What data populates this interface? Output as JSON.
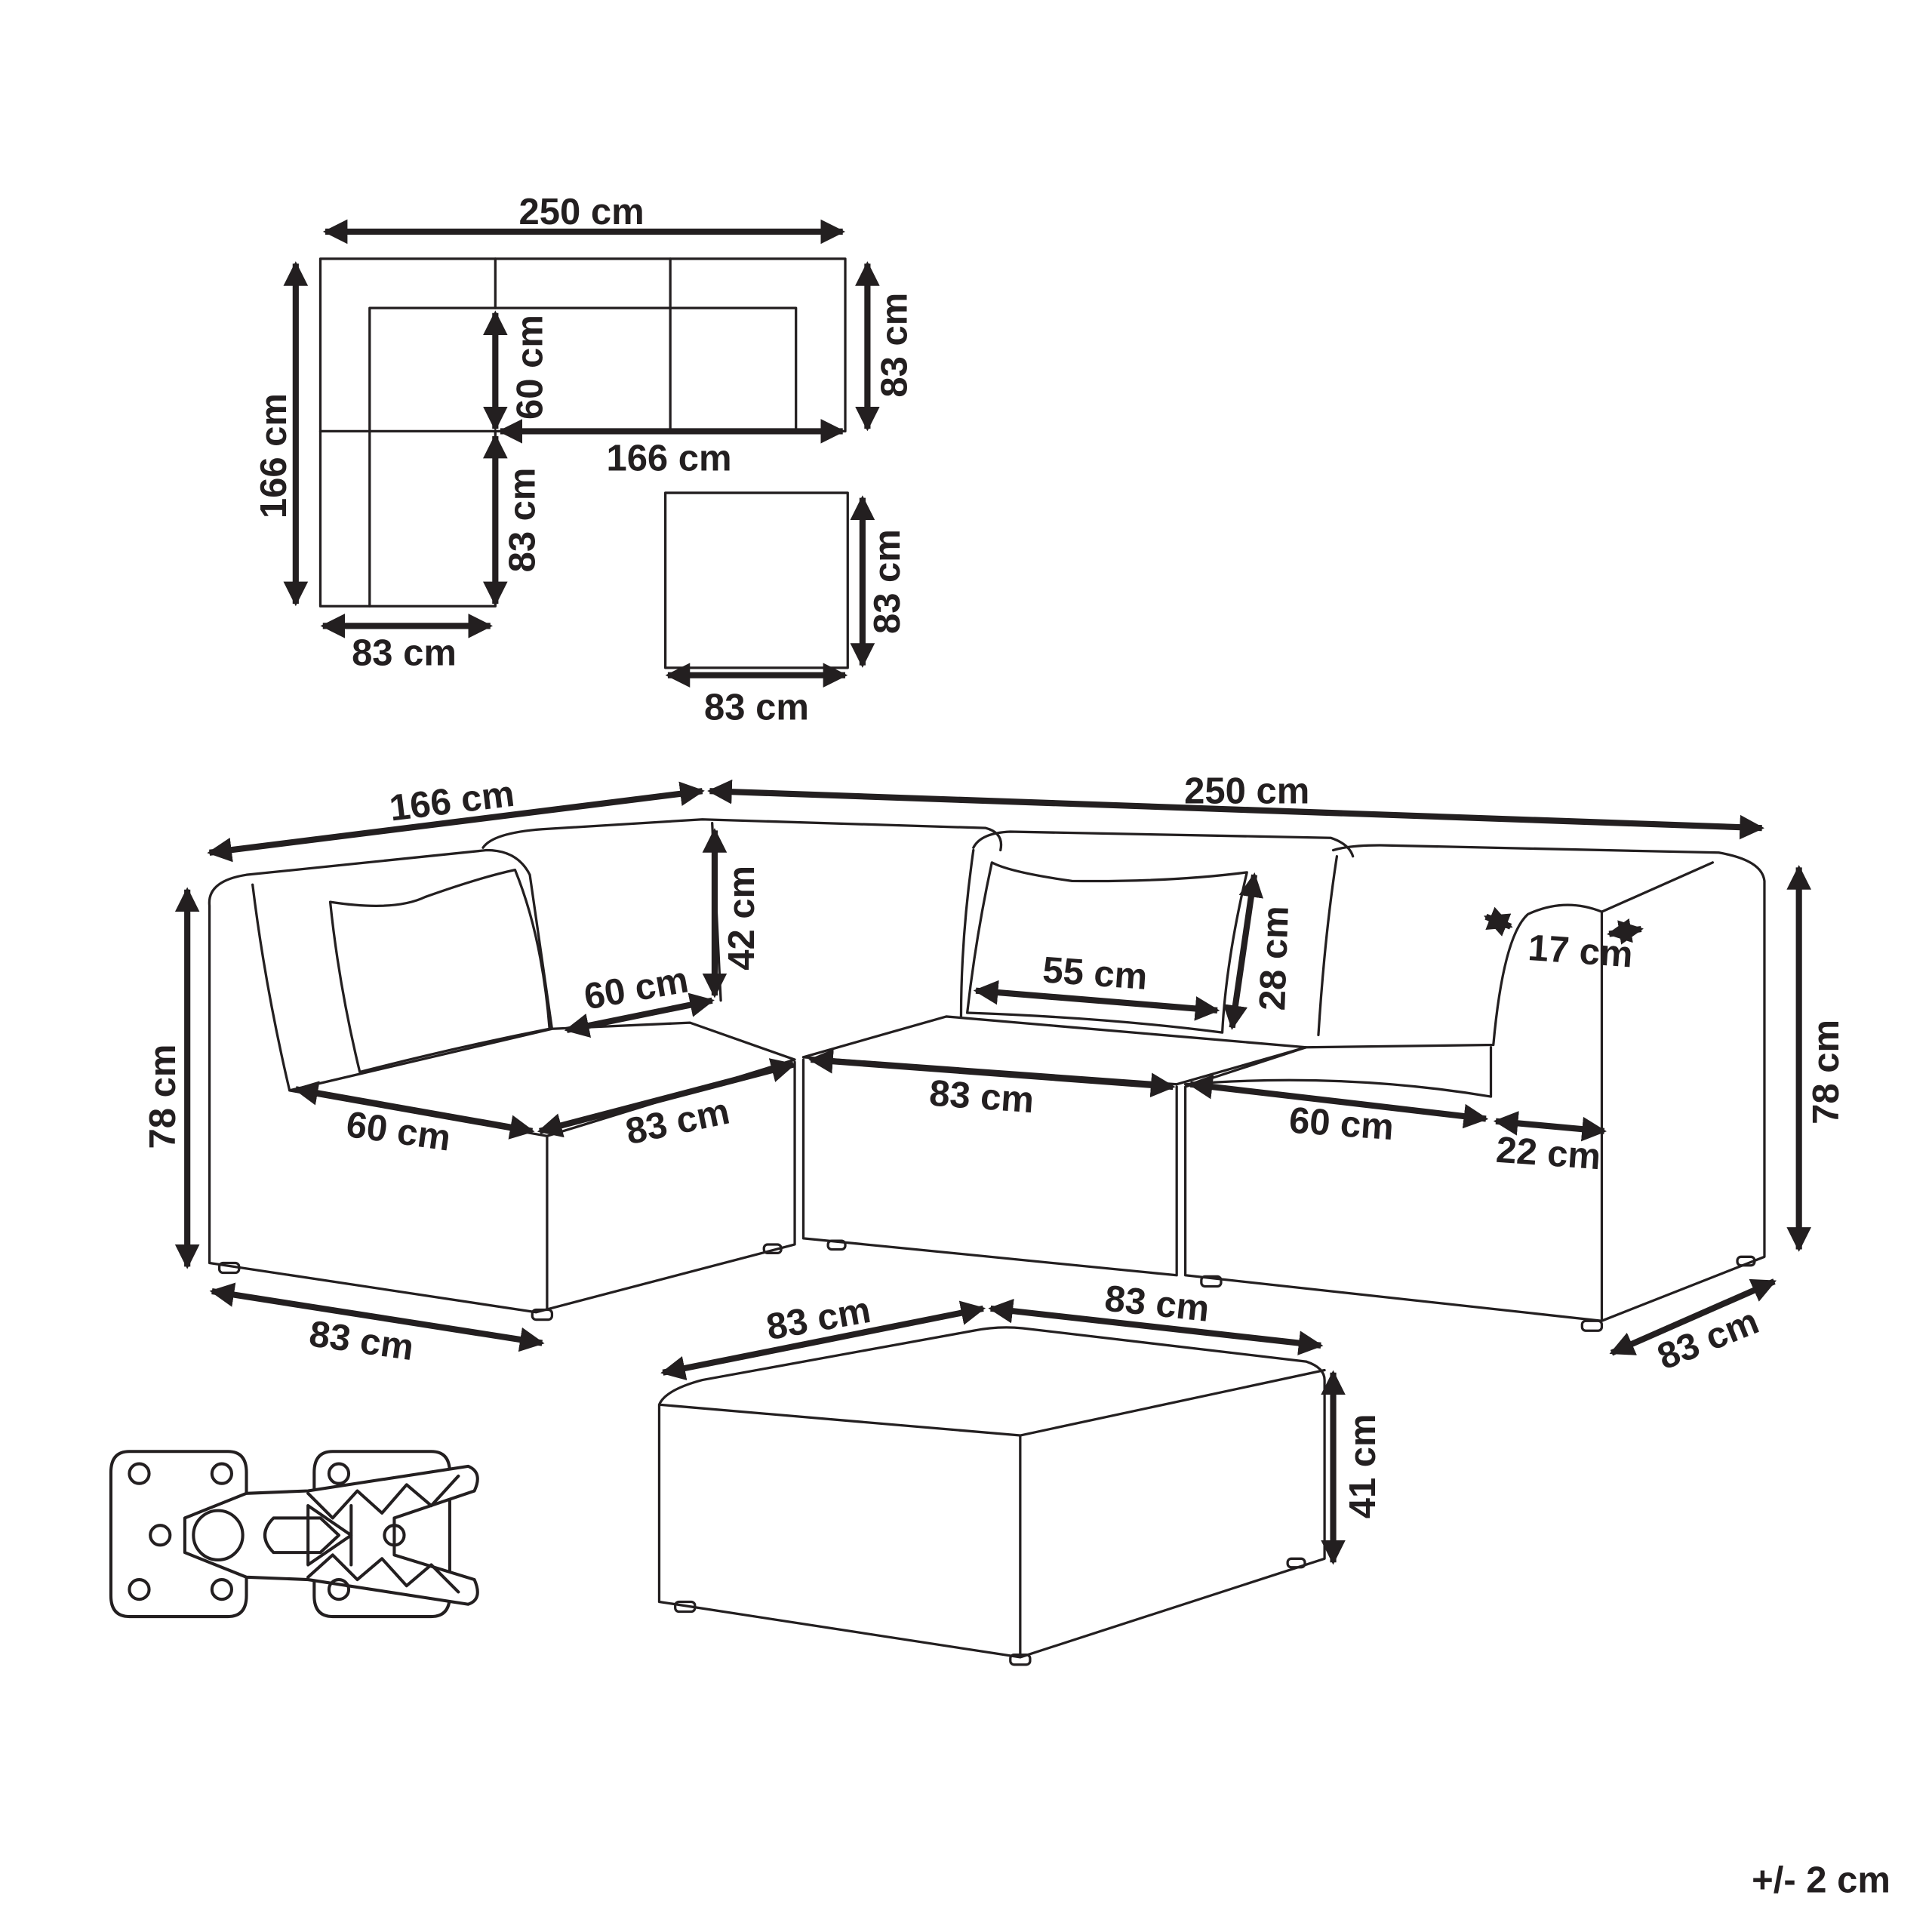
{
  "plan": {
    "total_width": "250 cm",
    "total_depth": "166 cm",
    "back_depth": "83 cm",
    "seat_depth": "60 cm",
    "inner_width": "166 cm",
    "side_depth": "83 cm",
    "module_width": "83 cm",
    "ottoman_depth": "83 cm",
    "ottoman_width": "83 cm"
  },
  "view": {
    "left_length": "166 cm",
    "back_length": "250 cm",
    "height": "78 cm",
    "back_height": "42 cm",
    "corner_seat_depth": "60 cm",
    "left_seat_depth": "60 cm",
    "corner_seat_width": "83 cm",
    "middle_seat_width": "83 cm",
    "cushion_width": "55 cm",
    "cushion_height": "28 cm",
    "arm_top": "17 cm",
    "right_seat_depth": "60 cm",
    "arm_width": "22 cm",
    "right_height": "78 cm",
    "left_bottom": "83 cm",
    "right_bottom": "83 cm"
  },
  "ottoman": {
    "width_left": "83 cm",
    "width_right": "83 cm",
    "height": "41 cm"
  },
  "tolerance": "+/- 2 cm"
}
